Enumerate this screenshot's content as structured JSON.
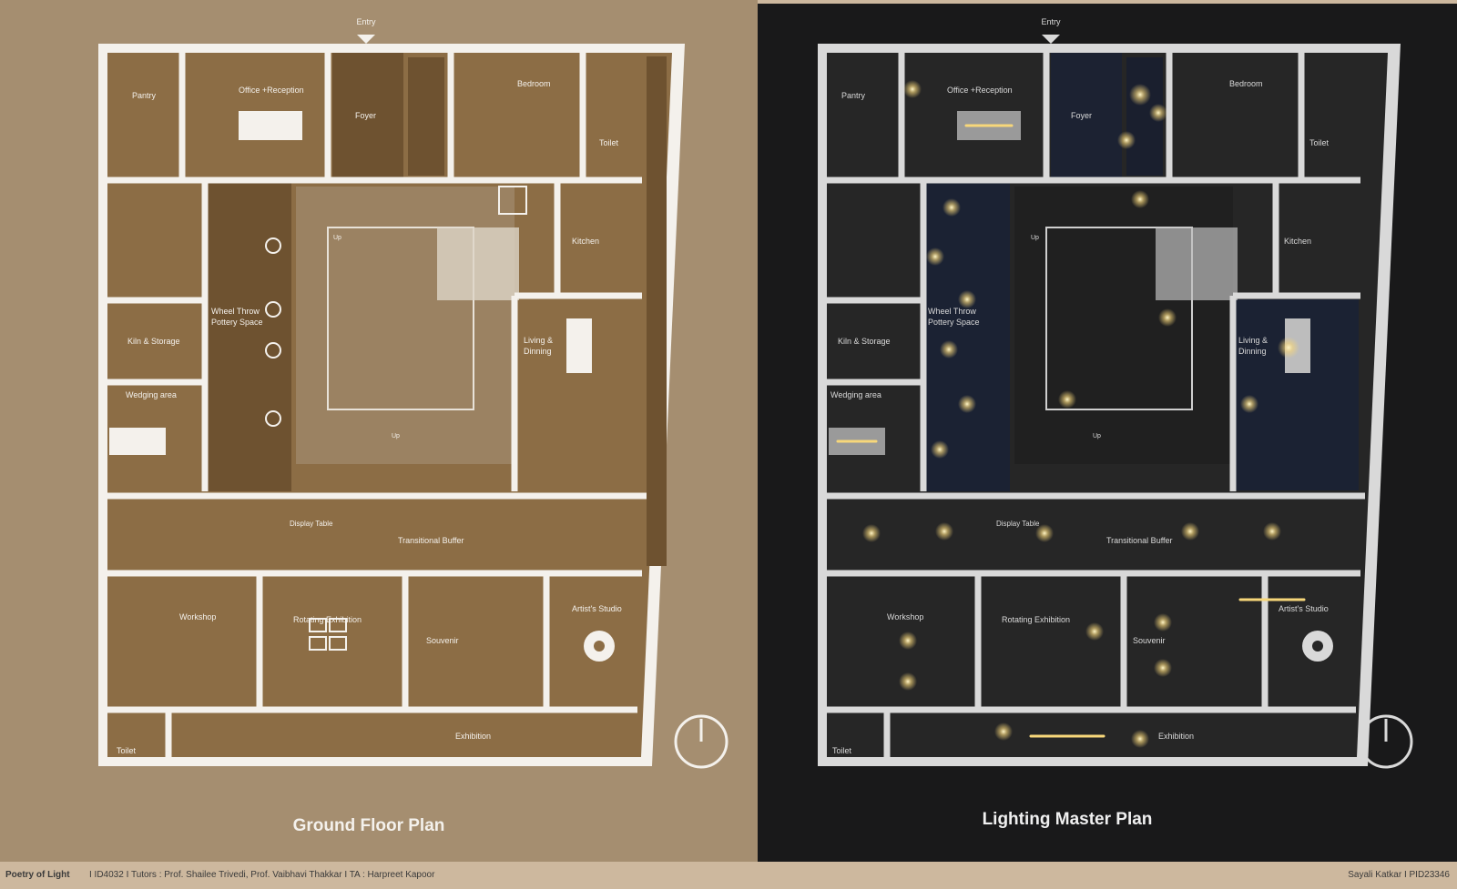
{
  "left_plan": {
    "title": "Ground Floor Plan",
    "entry": "Entry",
    "rooms": {
      "pantry": "Pantry",
      "office": "Office +Reception",
      "foyer": "Foyer",
      "bedroom": "Bedroom",
      "toilet_top": "Toilet",
      "kitchen": "Kitchen",
      "pottery1": "Wheel Throw",
      "pottery2": "Pottery Space",
      "kiln": "Kiln & Storage",
      "wedging": "Wedging area",
      "living1": "Living &",
      "living2": "Dinning",
      "up_top": "Up",
      "up_bottom": "Up",
      "display_table": "Display Table",
      "transitional": "Transitional Buffer",
      "workshop": "Workshop",
      "rotating": "Rotating Exhibition",
      "souvenir": "Souvenir",
      "studio": "Artist's Studio",
      "toilet_bottom": "Toilet",
      "exhibition": "Exhibition"
    }
  },
  "right_plan": {
    "title": "Lighting Master Plan",
    "entry": "Entry",
    "rooms": {
      "pantry": "Pantry",
      "office": "Office +Reception",
      "foyer": "Foyer",
      "bedroom": "Bedroom",
      "toilet_top": "Toilet",
      "kitchen": "Kitchen",
      "pottery1": "Wheel Throw",
      "pottery2": "Pottery Space",
      "kiln": "Kiln & Storage",
      "wedging": "Wedging area",
      "living1": "Living &",
      "living2": "Dinning",
      "up_top": "Up",
      "up_bottom": "Up",
      "display_table": "Display Table",
      "transitional": "Transitional Buffer",
      "workshop": "Workshop",
      "rotating": "Rotating Exhibition",
      "souvenir": "Souvenir",
      "studio": "Artist's Studio",
      "toilet_bottom": "Toilet",
      "exhibition": "Exhibition"
    }
  },
  "footer": {
    "project": "Poetry of Light",
    "course": "I ID4032 I Tutors : Prof. Shailee Trivedi, Prof. Vaibhavi Thakkar  I TA : Harpreet Kapoor",
    "author": "Sayali Katkar I PID23346"
  },
  "colors": {
    "left_bg": "#a58e70",
    "left_floor": "#8c6d45",
    "left_room": "#6e5230",
    "wall": "#f4f1ec",
    "right_bg": "#19191a",
    "right_floor": "#262626",
    "light_glow": "#f7d77a"
  }
}
